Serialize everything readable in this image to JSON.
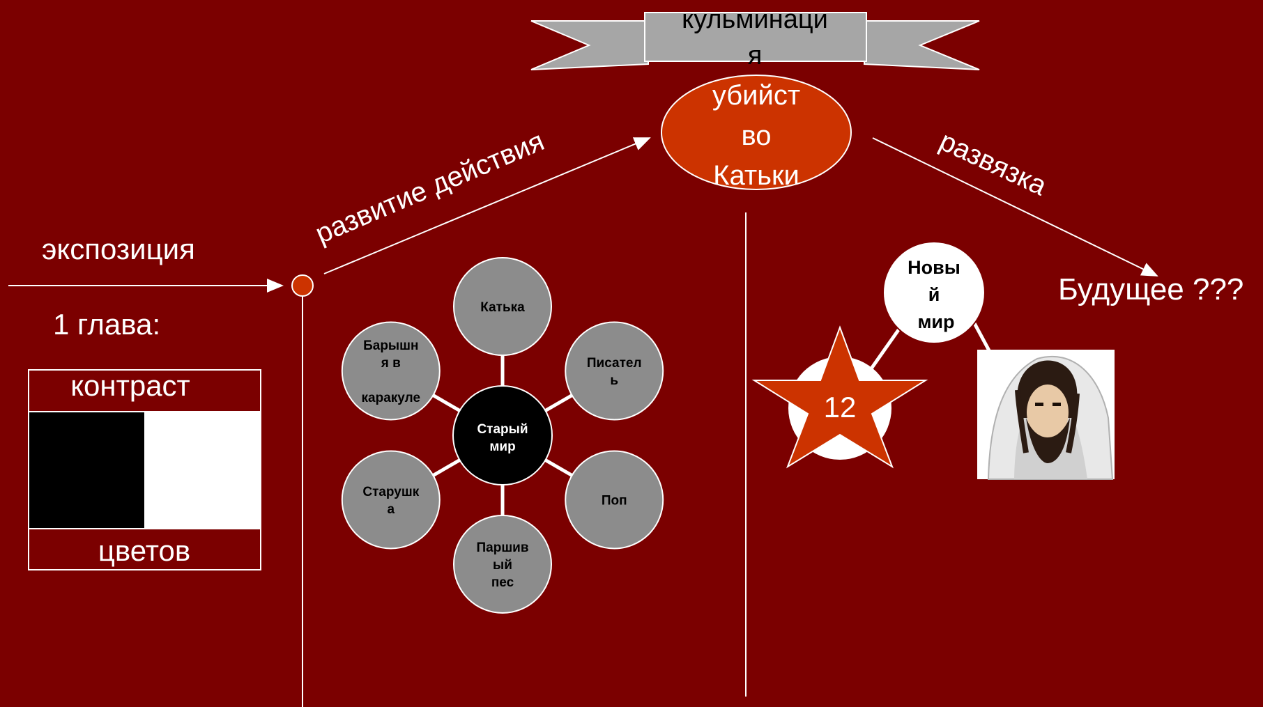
{
  "banner": {
    "text_line1": "кульминаци",
    "text_line2": "я"
  },
  "climax": {
    "line1": "убийст",
    "line2": "во",
    "line3": "Катьки"
  },
  "labels": {
    "exposition": "экспозиция",
    "rising": "развитие действия",
    "denouement": "развязка",
    "future": "Будущее ???",
    "chapter": "1 глава:"
  },
  "contrast_box": {
    "top": "контраст",
    "bottom": "цветов"
  },
  "old_world": {
    "center_line1": "Старый",
    "center_line2": "мир",
    "satellites": [
      {
        "lines": [
          "Катька"
        ]
      },
      {
        "lines": [
          "Писател",
          "ь"
        ]
      },
      {
        "lines": [
          "Поп"
        ]
      },
      {
        "lines": [
          "Паршив",
          "ый",
          "пес"
        ]
      },
      {
        "lines": [
          "Старушк",
          "а"
        ]
      },
      {
        "lines": [
          "Барышн",
          "я в",
          "",
          "каракуле"
        ]
      }
    ]
  },
  "new_world": {
    "center_line1": "Новы",
    "center_line2": "й",
    "center_line3": "мир",
    "star_label": "12",
    "portrait": "jesus-portrait"
  },
  "colors": {
    "background": "#7b0000",
    "climax_fill": "#cc3300",
    "star_fill": "#cc3300",
    "satellite_fill": "#8c8c8c",
    "center_fill": "#000000",
    "banner_fill": "#a6a6a6"
  }
}
